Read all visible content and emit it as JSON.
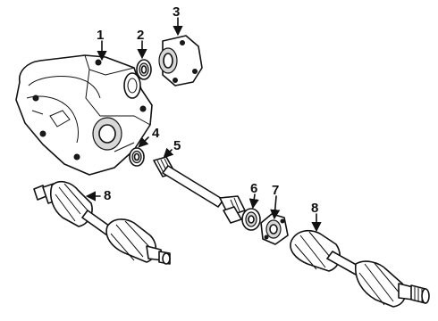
{
  "callouts": {
    "c1": "1",
    "c2": "2",
    "c3": "3",
    "c4": "4",
    "c5": "5",
    "c6": "6",
    "c7": "7",
    "c8_left": "8",
    "c8_right": "8"
  }
}
